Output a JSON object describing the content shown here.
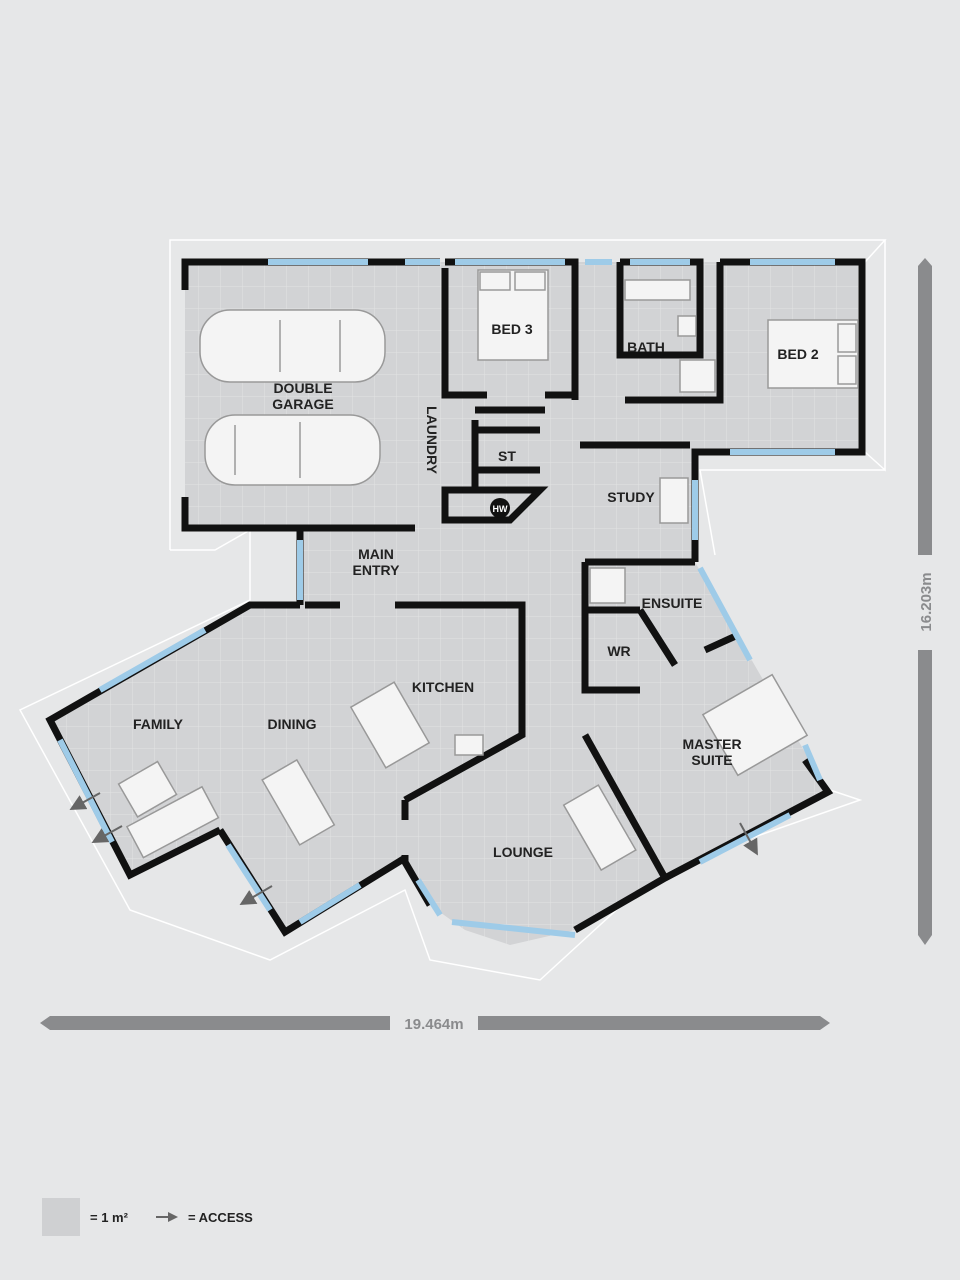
{
  "rooms": {
    "garage": [
      "DOUBLE",
      "GARAGE"
    ],
    "laundry": "LAUNDRY",
    "bed3": "BED 3",
    "bath": "BATH",
    "bed2": "BED 2",
    "st": "ST",
    "hw": "HW",
    "study": "STUDY",
    "main_entry": [
      "MAIN",
      "ENTRY"
    ],
    "ensuite": "ENSUITE",
    "wr": "WR",
    "kitchen": "KITCHEN",
    "family": "FAMILY",
    "dining": "DINING",
    "master_suite": [
      "MASTER",
      "SUITE"
    ],
    "lounge": "LOUNGE"
  },
  "dimensions": {
    "width": "19.464m",
    "depth": "16.203m"
  },
  "legend": {
    "area_label": "= 1 m²",
    "access_label": "= ACCESS"
  },
  "colors": {
    "background": "#e6e7e8",
    "floor": "#d2d3d5",
    "wall": "#111111",
    "window": "#9ecbe8",
    "outline": "#ffffff",
    "dimension": "#8a8b8d"
  }
}
